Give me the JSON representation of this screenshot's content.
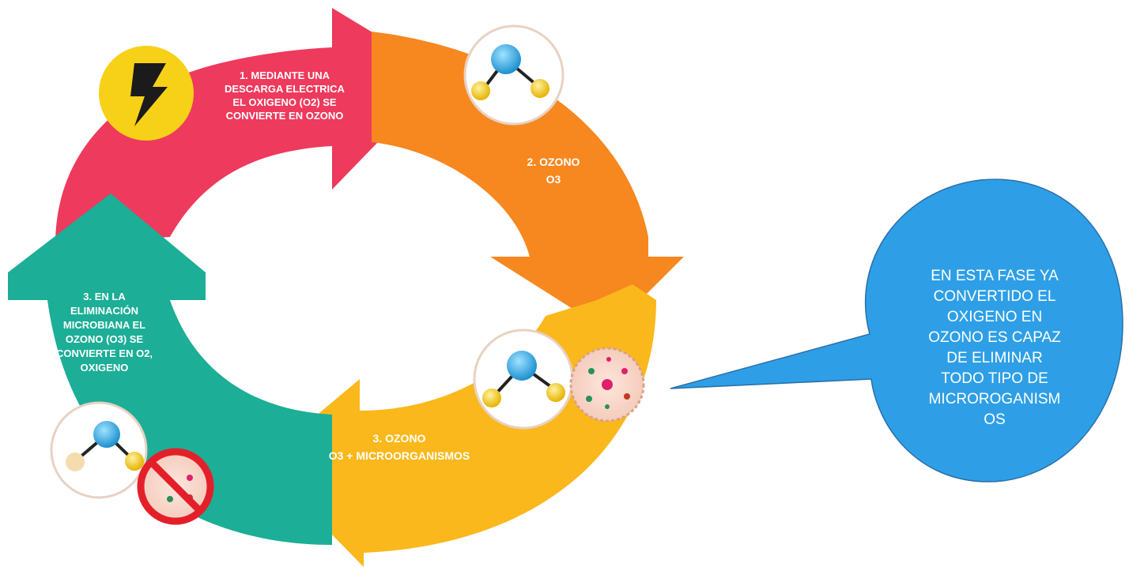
{
  "cycle": {
    "steps": [
      {
        "label_lines": [
          "1. MEDIANTE UNA",
          "DESCARGA ELECTRICA",
          "EL OXIGENO (O2) SE",
          "CONVIERTE EN OZONO"
        ],
        "color": "#ee3a5c"
      },
      {
        "label_lines": [
          "2. OZONO",
          "O3"
        ],
        "color": "#f7871f"
      },
      {
        "label_lines": [
          "3. OZONO",
          "O3 + MICROORGANISMOS"
        ],
        "color": "#fbb81c"
      },
      {
        "label_lines": [
          "3. EN LA",
          "ELIMINACIÓN",
          "MICROBIANA EL",
          "OZONO (O3) SE",
          "CONVIERTE EN O2,",
          "OXIGENO"
        ],
        "color": "#1cae96"
      }
    ],
    "icons": {
      "lightning": "lightning-bolt-icon",
      "molecule": "molecule-icon",
      "microbes": "microbes-icon",
      "no_microbes": "no-microbes-icon"
    }
  },
  "callout": {
    "lines": [
      "EN ESTA FASE YA",
      "CONVERTIDO EL",
      "OXIGENO EN",
      "OZONO ES CAPAZ",
      "DE ELIMINAR",
      "TODO TIPO DE",
      "MICROROGANISM",
      "OS"
    ],
    "color": "#2e9fe6"
  }
}
